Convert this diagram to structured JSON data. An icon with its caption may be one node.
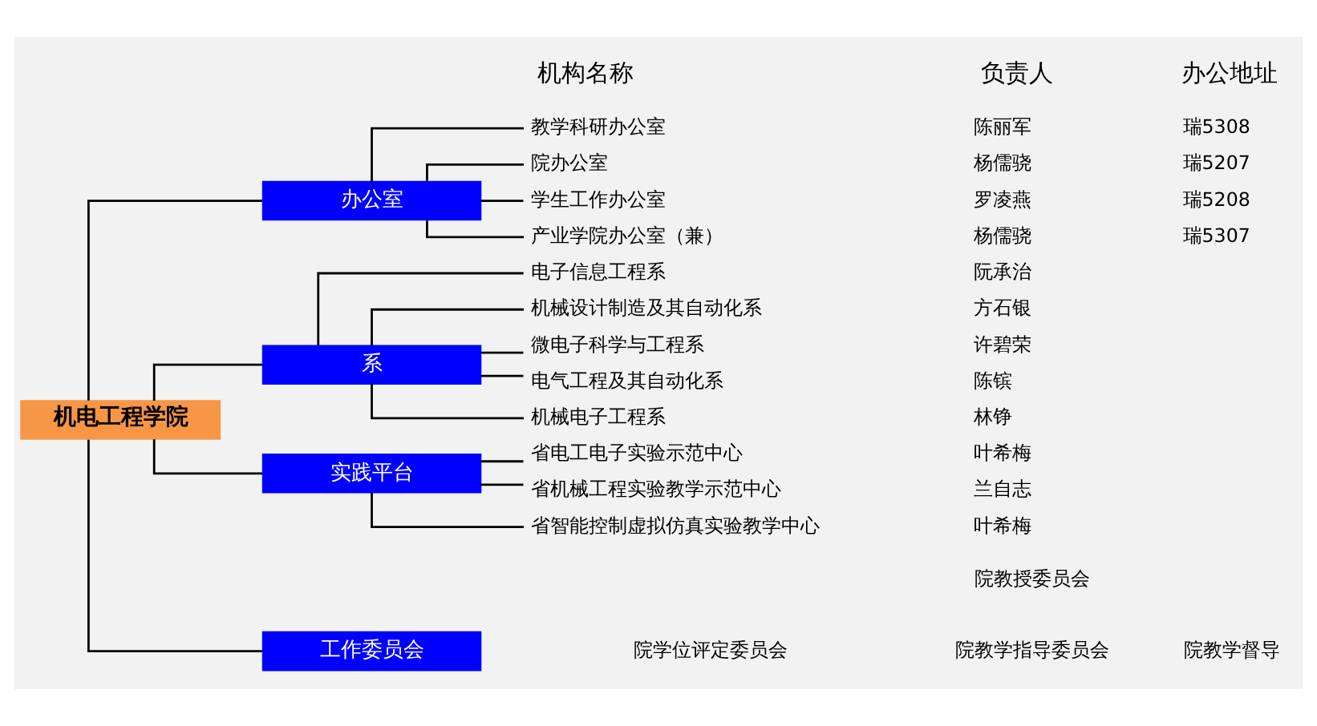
{
  "diagram": {
    "nodes": [
      {
        "text": [
          "机电工程学院"
        ]
      },
      {
        "text": [
          "办公室"
        ]
      },
      {
        "text": [
          "教学科研办公室"
        ]
      },
      {
        "text": [
          "院办公室"
        ]
      },
      {
        "text": [
          "学生工作办公室"
        ]
      },
      {
        "text": [
          "产业学院办公室（兼）"
        ]
      },
      {
        "text": [
          "系"
        ]
      },
      {
        "text": [
          "电子信息工程系"
        ]
      },
      {
        "text": [
          "机械设计制造及其自动化系"
        ]
      },
      {
        "text": [
          "微电子科学与工程系"
        ]
      },
      {
        "text": [
          "电气工程及其自动化系"
        ]
      },
      {
        "text": [
          "机械电子工程系"
        ]
      },
      {
        "text": [
          "实践平台"
        ]
      },
      {
        "text": [
          "省电工电子实验示范中心"
        ]
      },
      {
        "text": [
          "省机械工程实验教学示范中心"
        ]
      },
      {
        "text": [
          "省智能控制虚拟仿真实验教学中心"
        ]
      },
      {
        "text": [
          "工作委员会"
        ]
      }
    ],
    "edges": [
      {
        "from": 0,
        "to": 1,
        "arrow": "none"
      },
      {
        "from": 0,
        "to": 6,
        "arrow": "none"
      },
      {
        "from": 0,
        "to": 12,
        "arrow": "none"
      },
      {
        "from": 0,
        "to": 16,
        "arrow": "none"
      },
      {
        "from": 1,
        "to": 2,
        "arrow": "none"
      },
      {
        "from": 1,
        "to": 3,
        "arrow": "none"
      },
      {
        "from": 1,
        "to": 4,
        "arrow": "none"
      },
      {
        "from": 1,
        "to": 5,
        "arrow": "none"
      },
      {
        "from": 6,
        "to": 7,
        "arrow": "none"
      },
      {
        "from": 6,
        "to": 8,
        "arrow": "none"
      },
      {
        "from": 6,
        "to": 9,
        "arrow": "none"
      },
      {
        "from": 6,
        "to": 10,
        "arrow": "none"
      },
      {
        "from": 6,
        "to": 11,
        "arrow": "none"
      },
      {
        "from": 12,
        "to": 13,
        "arrow": "none"
      },
      {
        "from": 12,
        "to": 14,
        "arrow": "none"
      },
      {
        "from": 12,
        "to": 15,
        "arrow": "none"
      }
    ],
    "labels": [
      "机构名称",
      "负责人",
      "办公地址",
      "陈丽军",
      "瑞5308",
      "杨儒骁",
      "瑞5207",
      "罗凌燕",
      "瑞5208",
      "杨儒骁",
      "瑞5307",
      "阮承治",
      "方石银",
      "许碧荣",
      "陈镔",
      "林铮",
      "叶希梅",
      "兰自志",
      "叶希梅",
      "院教授委员会",
      "院学位评定委员会",
      "院教学指导委员会",
      "院教学督导"
    ]
  }
}
